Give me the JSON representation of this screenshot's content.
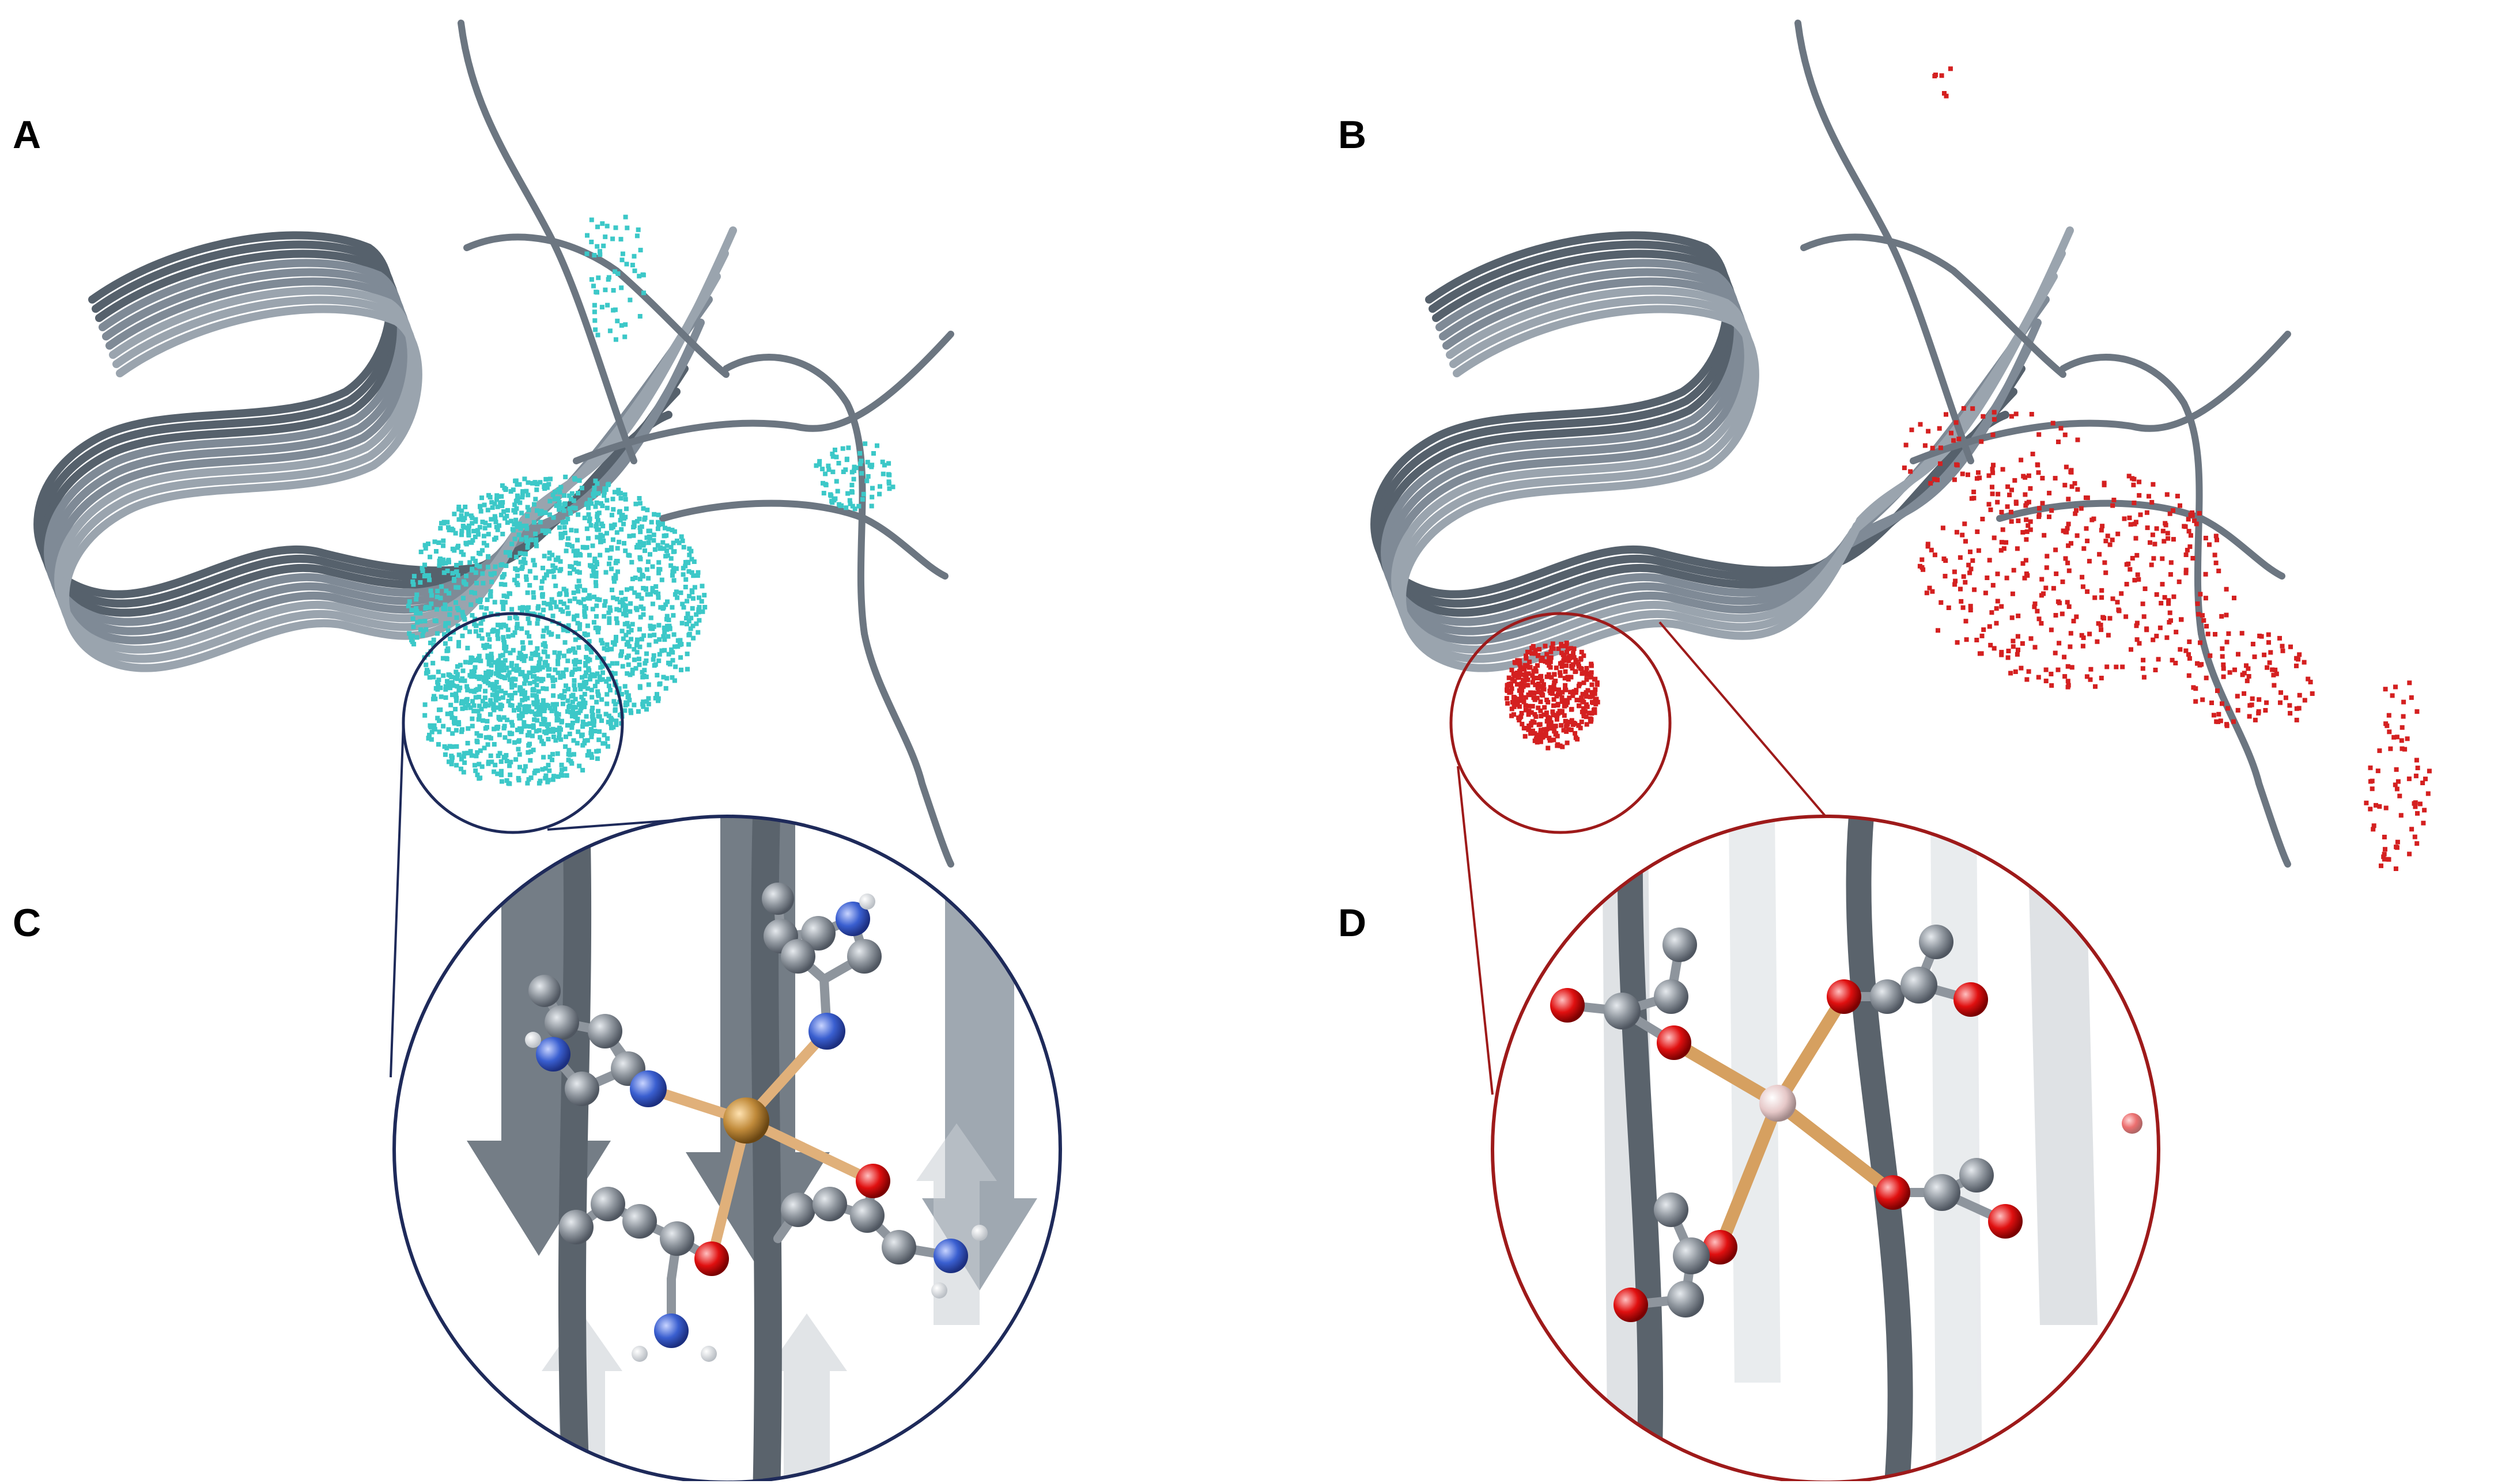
{
  "labels": {
    "a": "A",
    "b": "B",
    "c": "C",
    "d": "D"
  },
  "colors": {
    "ribbon": "#7f8a96",
    "ribbon_dark": "#56616c",
    "ribbon_light": "#b8c0c8",
    "cyan_dots": "#3cc8c8",
    "red_dots": "#d42020",
    "zoom_circle_blue": "#1e2a5a",
    "zoom_circle_red": "#9e1a1a",
    "carbon": "#8e959d",
    "nitrogen": "#3a5fd0",
    "oxygen": "#e01010",
    "hydrogen": "#f0f0f0",
    "copper": "#c08a3a",
    "bond_metal": "#e0b07a",
    "zinc_center": "#e6c8c8"
  },
  "panels": {
    "a": {
      "description_icon": "protein-ribbon-with-cyan-density"
    },
    "b": {
      "description_icon": "protein-ribbon-with-red-density"
    },
    "c": {
      "description_icon": "copper-coordination-his-asn"
    },
    "d": {
      "description_icon": "metal-coordination-carboxylates"
    }
  }
}
